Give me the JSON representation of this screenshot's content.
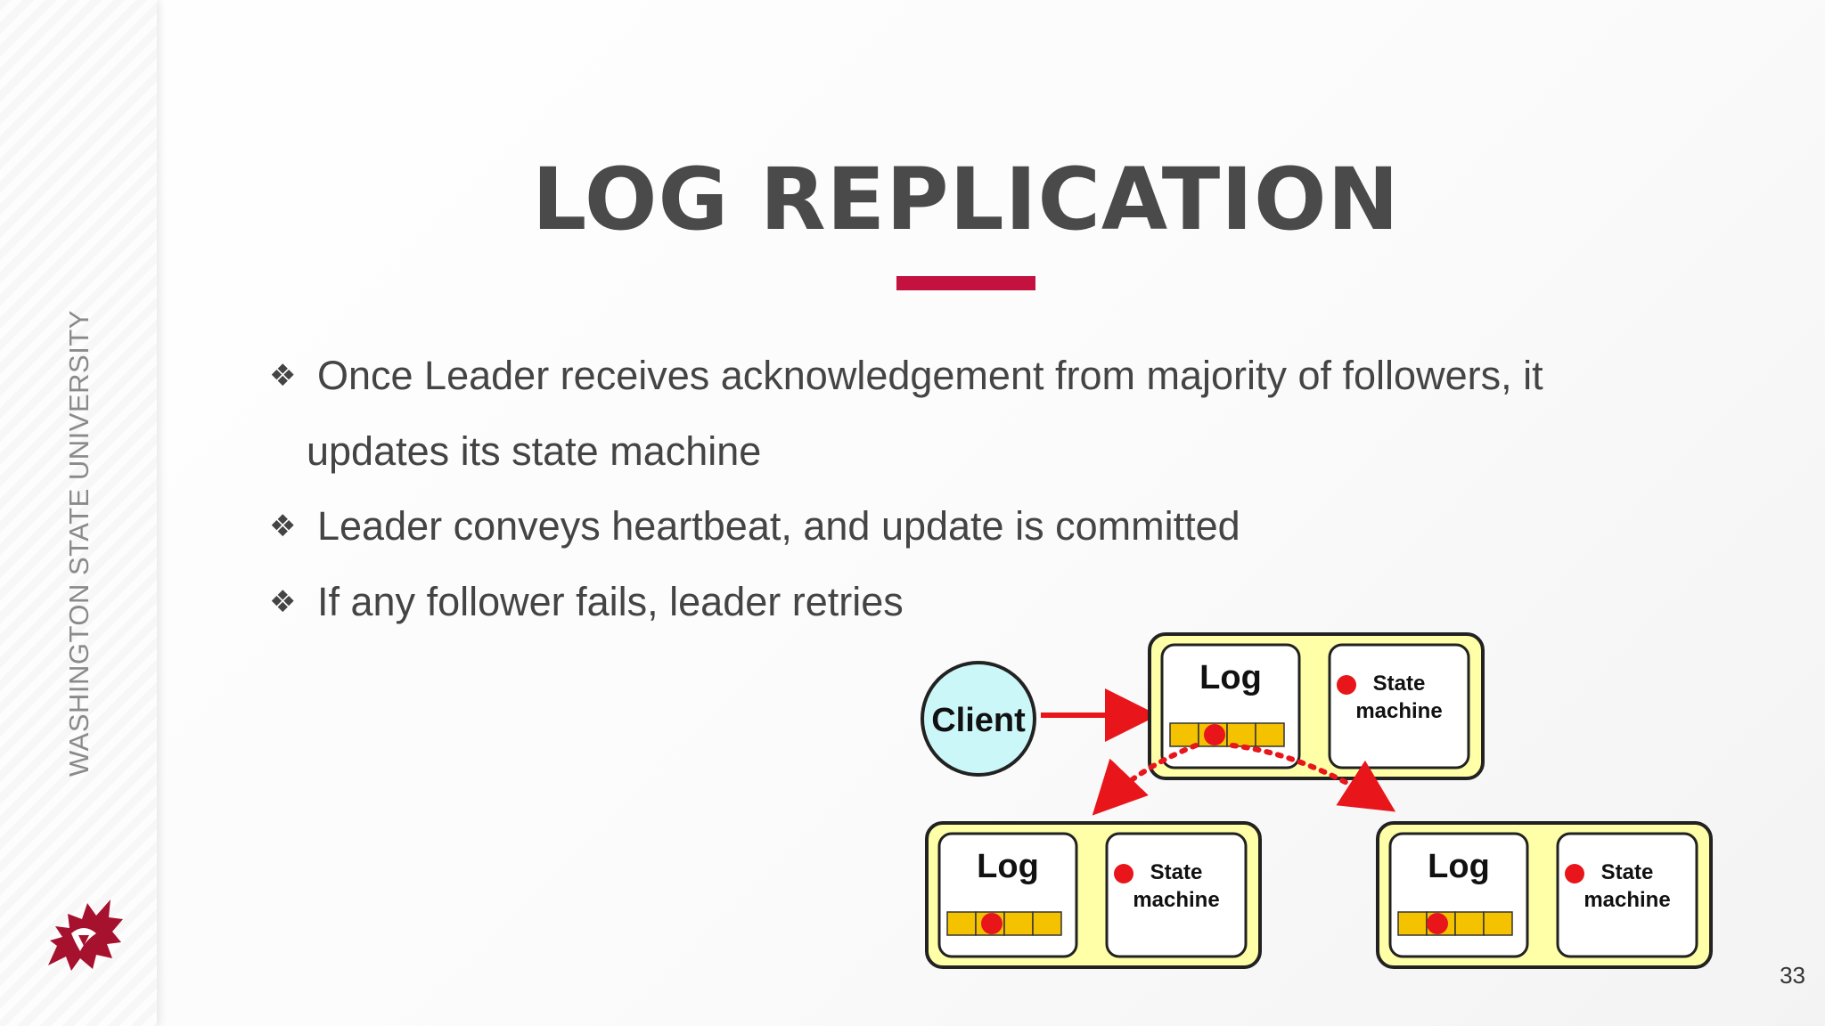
{
  "sidebar": {
    "university": "WASHINGTON STATE UNIVERSITY",
    "logo_icon": "wsu-cougar-logo-icon"
  },
  "title": "LOG REPLICATION",
  "bullets": [
    {
      "line1": "Once Leader receives acknowledgement from majority of followers, it",
      "line2": "updates its state machine"
    },
    {
      "line1": "Leader conveys heartbeat, and update is committed"
    },
    {
      "line1": "If any follower fails, leader retries"
    }
  ],
  "bullet_icon": "four-diamond-bullet-icon",
  "diagram": {
    "client_label": "Client",
    "log_label": "Log",
    "state_label_1": "State",
    "state_label_2": "machine"
  },
  "page_number": "33",
  "colors": {
    "accent": "#c3123f",
    "title": "#4a4a4a",
    "server_fill": "#ffffa8",
    "client_fill": "#ccf7f9",
    "log_entry": "#f5c200",
    "arrow": "#e8151b"
  }
}
